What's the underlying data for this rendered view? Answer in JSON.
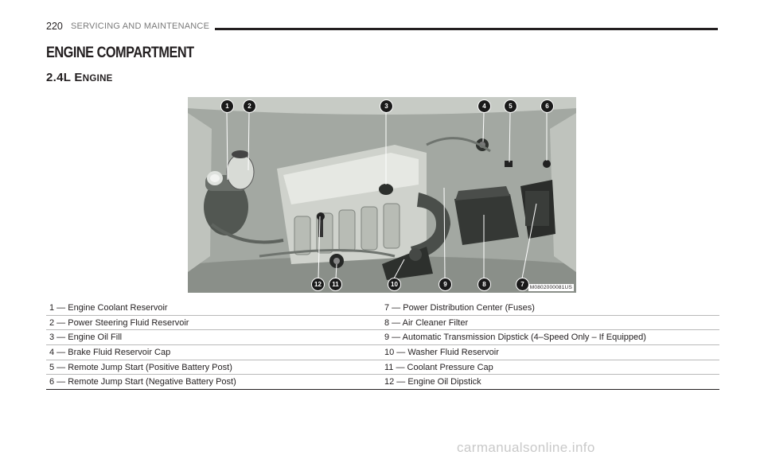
{
  "header": {
    "page_number": "220",
    "section": "SERVICING AND MAINTENANCE"
  },
  "title": "ENGINE COMPARTMENT",
  "subtitle": {
    "lead": "2.4L E",
    "rest": "NGINE"
  },
  "figure": {
    "id": "M0802000081US",
    "callouts": [
      "1",
      "2",
      "3",
      "4",
      "5",
      "6",
      "7",
      "8",
      "9",
      "10",
      "11",
      "12"
    ]
  },
  "legend": {
    "left": [
      "1 — Engine Coolant Reservoir",
      "2 — Power Steering Fluid Reservoir",
      "3 — Engine Oil Fill",
      "4 — Brake Fluid Reservoir Cap",
      "5 — Remote Jump Start (Positive Battery Post)",
      "6 — Remote Jump Start (Negative Battery Post)"
    ],
    "right": [
      "7 — Power Distribution Center (Fuses)",
      "8 — Air Cleaner Filter",
      "9 — Automatic Transmission Dipstick (4–Speed Only – If Equipped)",
      "10 — Washer Fluid Reservoir",
      "11 — Coolant Pressure Cap",
      "12 — Engine Oil Dipstick"
    ]
  },
  "watermark": "carmanualsonline.info"
}
